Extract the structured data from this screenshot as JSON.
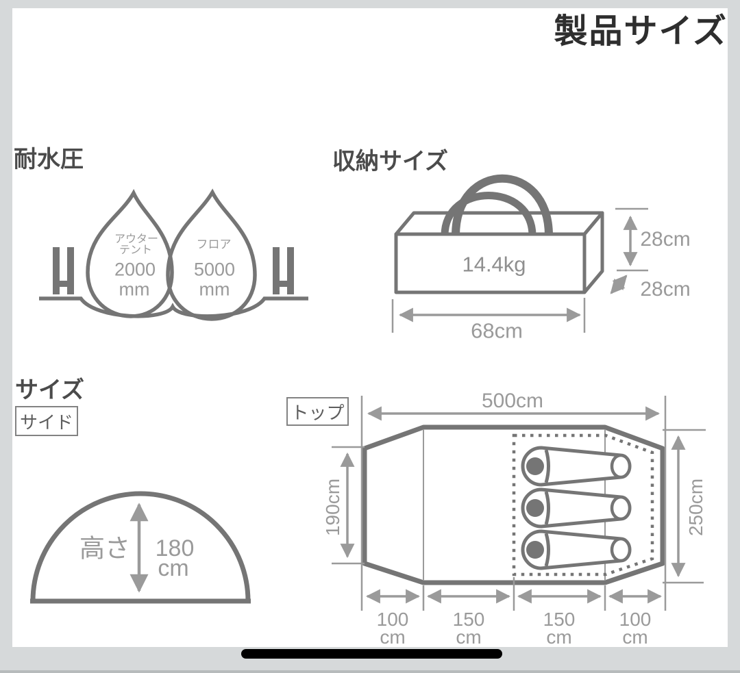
{
  "title": "製品サイズ",
  "colors": {
    "background": "#d6d9da",
    "panel": "#ffffff",
    "line_gray": "#757575",
    "dimension_gray": "#9a9a9a",
    "heading_gray": "#4b4b4b",
    "title_dark": "#2e2e2e",
    "home_indicator": "#000000"
  },
  "water_resistance": {
    "heading": "耐水圧",
    "h_symbol": "H",
    "outer_tent": {
      "label_line1": "アウター",
      "label_line2": "テント",
      "value": "2000",
      "unit": "mm"
    },
    "floor": {
      "label": "フロア",
      "value": "5000",
      "unit": "mm"
    }
  },
  "storage": {
    "heading": "収納サイズ",
    "weight": "14.4kg",
    "height": "28cm",
    "depth": "28cm",
    "length": "68cm"
  },
  "size_section": {
    "heading": "サイズ",
    "side_view": {
      "tag": "サイド",
      "height_label": "高さ",
      "height_value": "180",
      "height_unit": "cm"
    },
    "top_view": {
      "tag": "トップ",
      "total_length": "500cm",
      "left_width": "190cm",
      "right_width": "250cm",
      "sleeper_count": 3,
      "segments": [
        {
          "value": "100",
          "unit": "cm"
        },
        {
          "value": "150",
          "unit": "cm"
        },
        {
          "value": "150",
          "unit": "cm"
        },
        {
          "value": "100",
          "unit": "cm"
        }
      ]
    }
  }
}
